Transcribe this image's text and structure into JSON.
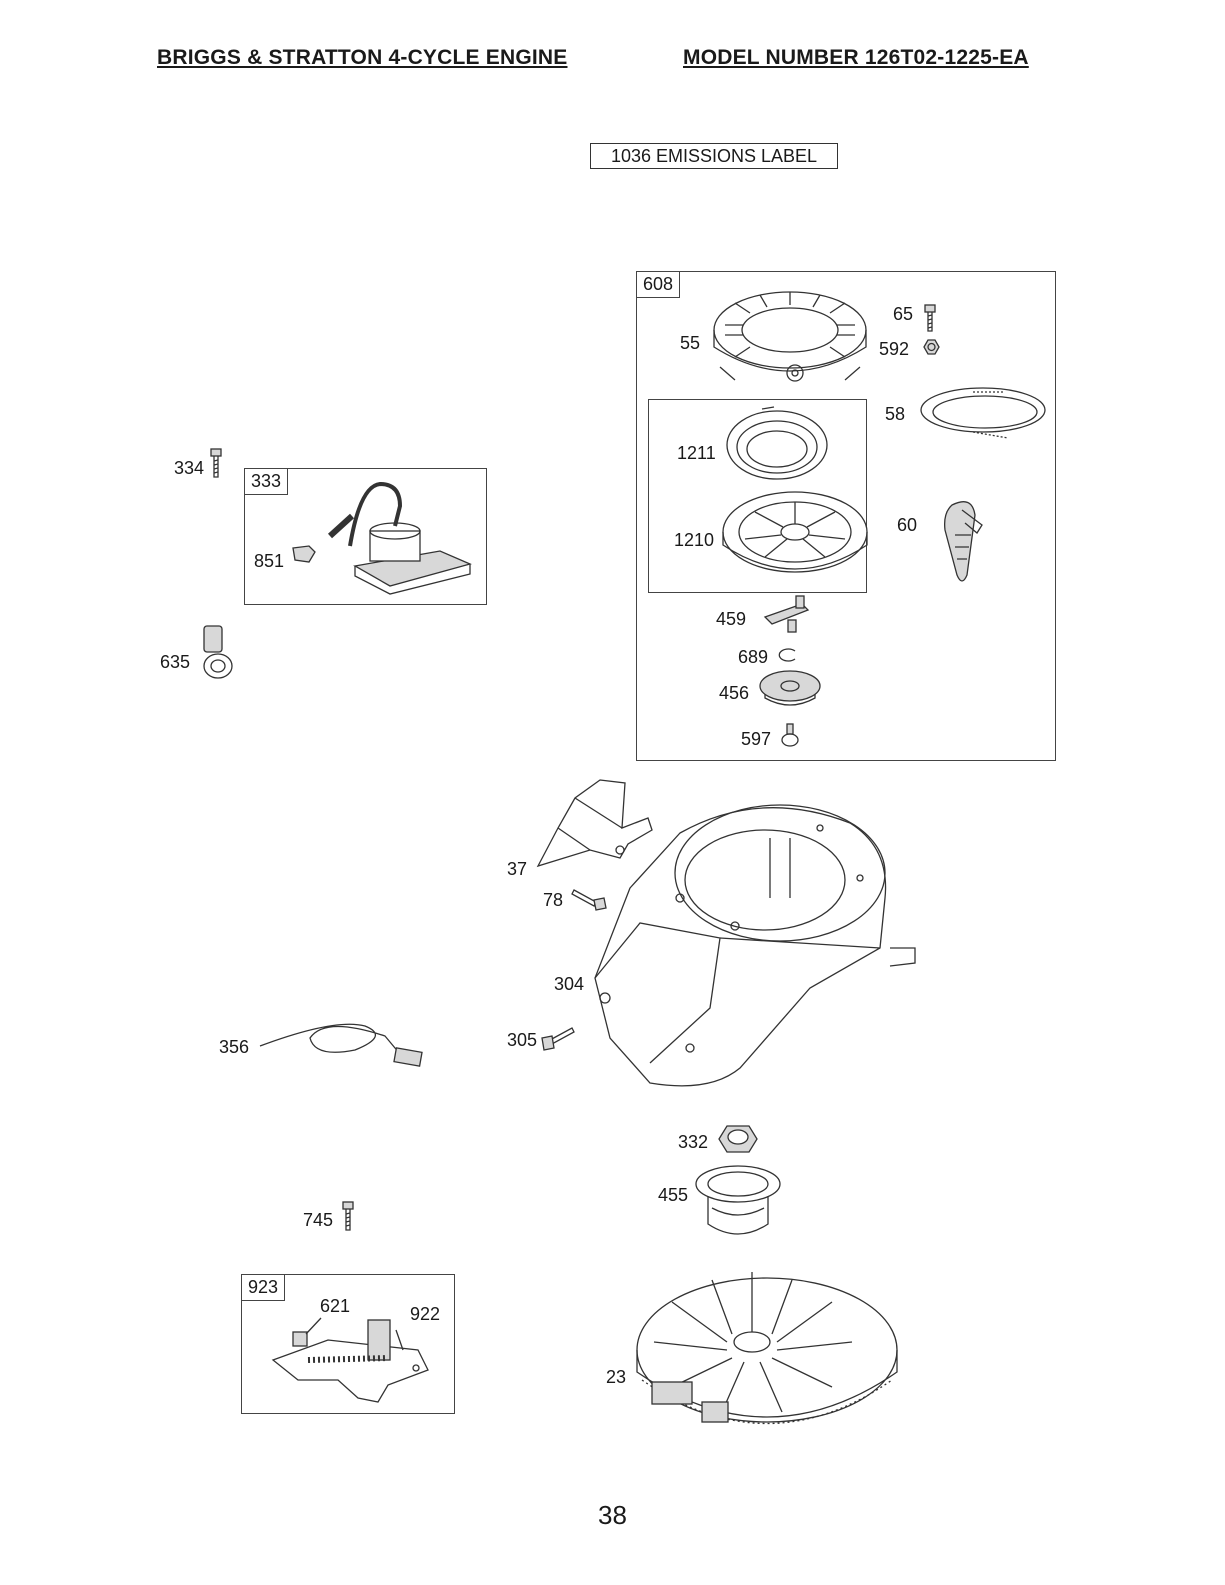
{
  "header": {
    "left": "BRIGGS & STRATTON 4-CYCLE ENGINE",
    "right": "MODEL NUMBER 126T02-1225-EA"
  },
  "emissions_label": "1036 EMISSIONS LABEL",
  "groups": {
    "g608": "608",
    "g333": "333",
    "g923": "923"
  },
  "parts": {
    "p55": "55",
    "p65": "65",
    "p592": "592",
    "p58": "58",
    "p1211": "1211",
    "p1210": "1210",
    "p60": "60",
    "p459": "459",
    "p689": "689",
    "p456": "456",
    "p597": "597",
    "p334": "334",
    "p851": "851",
    "p635": "635",
    "p37": "37",
    "p78": "78",
    "p304": "304",
    "p305": "305",
    "p356": "356",
    "p332": "332",
    "p455": "455",
    "p745": "745",
    "p621": "621",
    "p922": "922",
    "p23": "23"
  },
  "page_number": "38"
}
